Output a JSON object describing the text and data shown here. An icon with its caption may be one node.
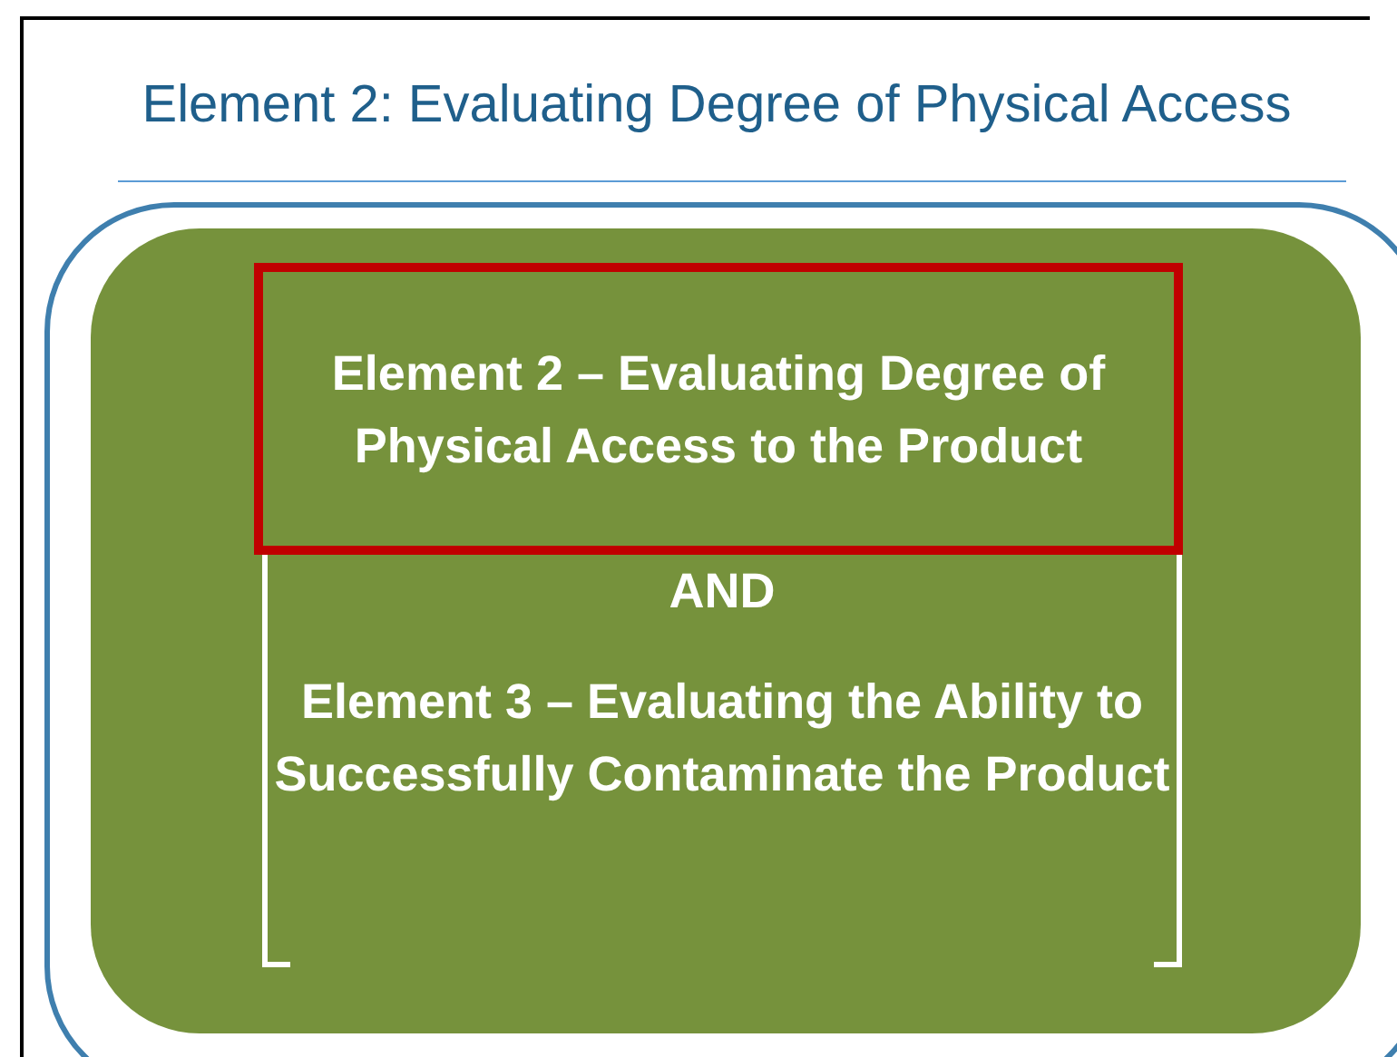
{
  "diagram": {
    "title": "Element 2: Evaluating Degree of Physical Access",
    "nodes": [
      {
        "text": [
          "Element 2 – Evaluating Degree of Physical Access to the Product"
        ]
      }
    ],
    "labels": [
      "AND",
      "Element 3 – Evaluating the Ability to Successfully Contaminate the Product"
    ]
  }
}
